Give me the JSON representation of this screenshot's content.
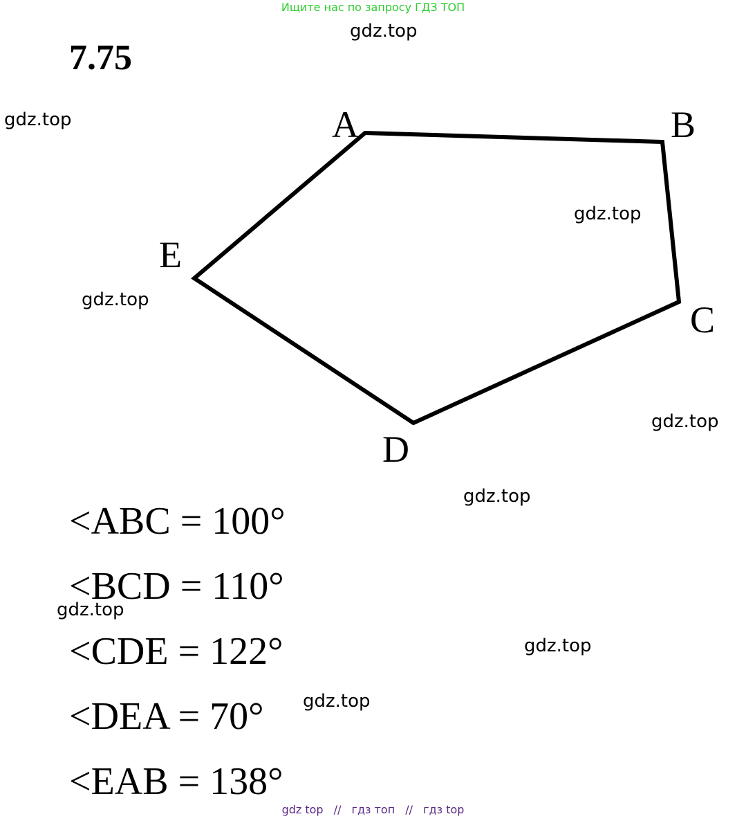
{
  "banner": "Ищите нас по запросу ГДЗ ТОП",
  "problem_number": "7.75",
  "watermark": "gdz.top",
  "vertices": {
    "A": "A",
    "B": "B",
    "C": "C",
    "D": "D",
    "E": "E"
  },
  "angles": [
    "<ABC = 100°",
    "<BCD = 110°",
    "<CDE = 122°",
    "<DEA = 70°",
    "<EAB = 138°"
  ],
  "footer_links": {
    "link1": "gdz top",
    "link2": "гдз топ",
    "link3": "гдз top",
    "separator": "//"
  },
  "colors": {
    "banner": "#2ecc2e",
    "footer": "#5b2a86",
    "line": "#000000"
  }
}
